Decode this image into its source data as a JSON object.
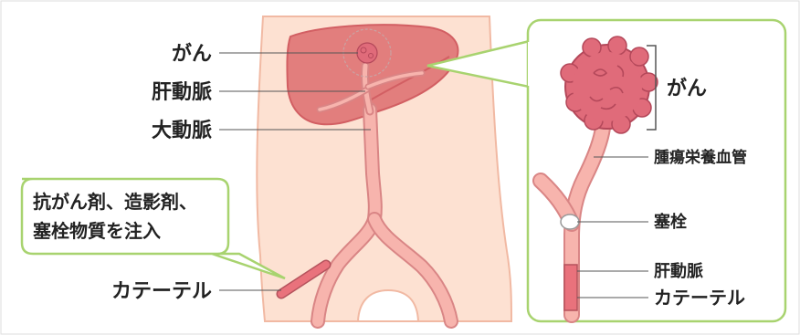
{
  "body_diagram": {
    "labels": {
      "cancer": "がん",
      "hepatic_artery": "肝動脈",
      "aorta": "大動脈",
      "catheter": "カテーテル"
    },
    "callout_lines": [
      "抗がん剤、造影剤、",
      "塞栓物質を注入"
    ]
  },
  "detail_panel": {
    "labels": {
      "cancer": "がん",
      "tumor_vessel": "腫瘍栄養血管",
      "embolus": "塞栓",
      "hepatic_artery": "肝動脈",
      "catheter": "カテーテル"
    }
  },
  "colors": {
    "skin": "#fde1d2",
    "skin_outline": "#f1b9a3",
    "liver": "#e27e7d",
    "liver_dark": "#d25f63",
    "vessel": "#f7b4ad",
    "vessel_outline": "#d98585",
    "callout_border": "#a8d36f",
    "tumor": "#e06b7a",
    "catheter": "#e9727c"
  }
}
